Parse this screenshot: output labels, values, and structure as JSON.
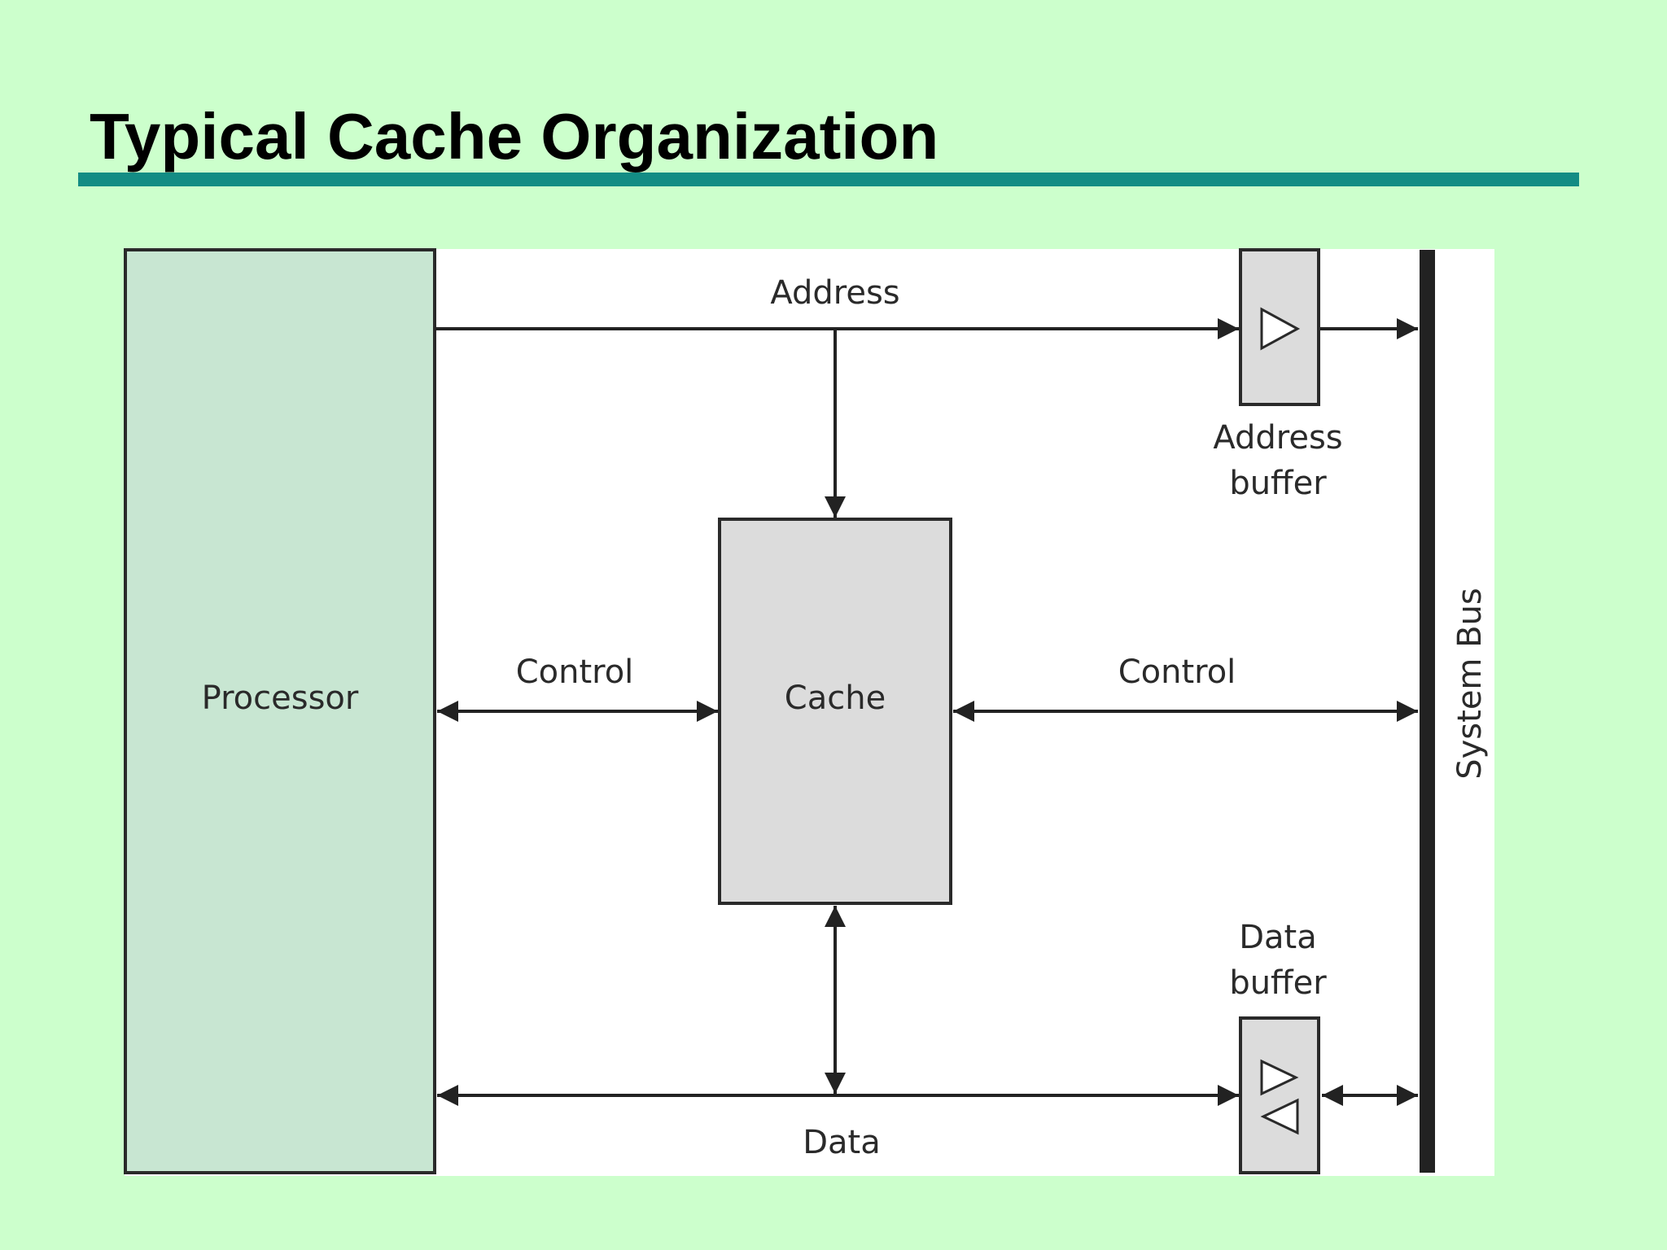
{
  "slide": {
    "title": "Typical Cache Organization"
  },
  "diagram": {
    "blocks": {
      "processor": "Processor",
      "cache": "Cache",
      "system_bus": "System Bus",
      "address_buffer_line1": "Address",
      "address_buffer_line2": "buffer",
      "data_buffer_line1": "Data",
      "data_buffer_line2": "buffer"
    },
    "signals": {
      "address": "Address",
      "control_left": "Control",
      "control_right": "Control",
      "data": "Data"
    }
  },
  "colors": {
    "background": "#ccffcc",
    "title_rule": "#138c84",
    "processor_fill": "#c8e6d2",
    "block_fill": "#dcdcdc",
    "diagram_background": "#ffffff",
    "line": "#222222"
  }
}
